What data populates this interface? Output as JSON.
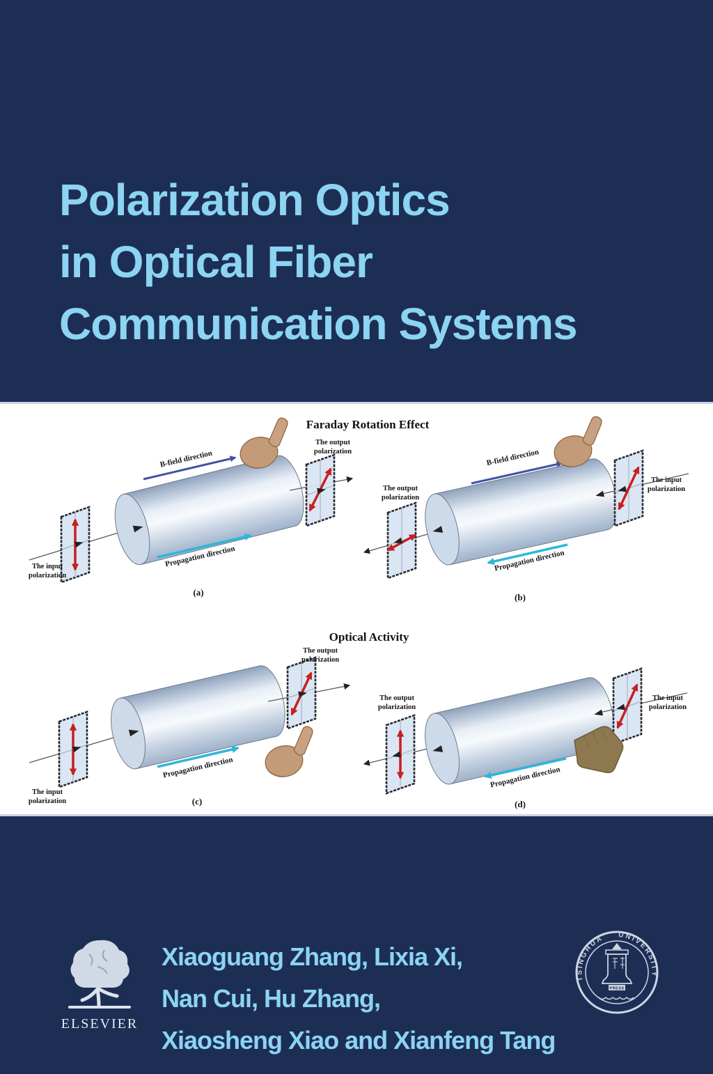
{
  "meta": {
    "colors": {
      "navy": "#1d2e55",
      "title_blue": "#8cd4f2",
      "band_white": "#ffffff",
      "red_arrow": "#c81f1f",
      "bfield_arrow": "#4053a4",
      "propagation_arrow": "#2fb6da",
      "logo_silver": "#dce3ee"
    }
  },
  "title": {
    "lines": [
      "Polarization Optics",
      "in Optical Fiber",
      "Communication Systems"
    ]
  },
  "authors": {
    "lines": [
      "Xiaoguang Zhang, Lixia Xi,",
      "Nan Cui, Hu Zhang,",
      "Xiaosheng Xiao and Xianfeng Tang"
    ]
  },
  "figure": {
    "faraday_title": "Faraday Rotation Effect",
    "optical_title": "Optical Activity",
    "labels": {
      "bfield": "B-field direction",
      "propagation": "Propagation direction",
      "input1": "The input",
      "input2": "polarization",
      "output1": "The output",
      "output2": "polarization"
    },
    "captions": {
      "a": "(a)",
      "b": "(b)",
      "c": "(c)",
      "d": "(d)"
    }
  },
  "publishers": {
    "elsevier_label": "ELSEVIER",
    "tsinghua_left": "TSINGHUA",
    "tsinghua_right": "UNIVERSITY",
    "press_label": "PRESS"
  }
}
